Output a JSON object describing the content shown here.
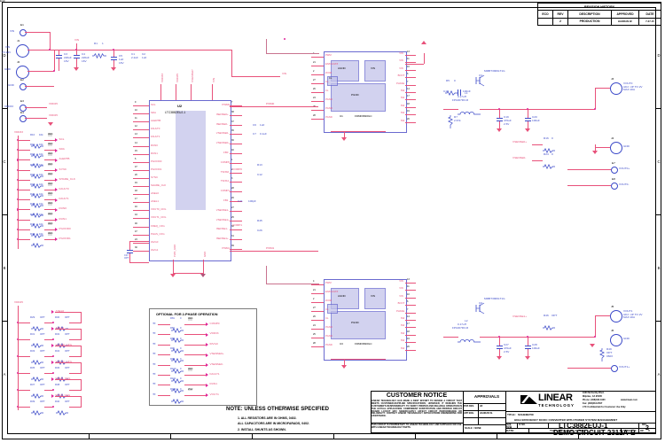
{
  "sheet": {
    "zone_cols": [
      "8",
      "7",
      "6",
      "5",
      "4",
      "3",
      "2",
      "1"
    ],
    "zone_rows": [
      "D",
      "C",
      "B",
      "A"
    ]
  },
  "revision_history": {
    "title": "REVISION HISTORY",
    "headers": [
      "ECO",
      "REV",
      "DESCRIPTION",
      "APPROVED",
      "DATE"
    ],
    "rows": [
      [
        "",
        "2",
        "PRODUCTION",
        "HAORAN W.",
        "7-27-15"
      ]
    ]
  },
  "customer_notice": {
    "title": "CUSTOMER NOTICE",
    "body": "LINEAR TECHNOLOGY HAS MADE A BEST EFFORT TO DESIGN A CIRCUIT THAT MEETS CUSTOMER-SUPPLIED SPECIFICATIONS; HOWEVER, IT REMAINS THE CUSTOMER'S RESPONSIBILITY TO VERIFY PROPER AND RELIABLE OPERATION IN THE ACTUAL APPLICATION.  COMPONENT SUBSTITUTION AND PRINTED CIRCUIT BOARD LAYOUT MAY SIGNIFICANTLY AFFECT CIRCUIT PERFORMANCE OR RELIABILITY.  CONTACT LINEAR TECHNOLOGY APPLICATIONS ENGINEERING FOR ASSISTANCE.",
    "footer": "THIS CIRCUIT IS PROPRIETARY TO LINEAR TECHNOLOGY AND SUPPLIED FOR USE WITH LINEAR TECHNOLOGY PARTS."
  },
  "approvals": {
    "title": "APPROVALS",
    "rows": [
      {
        "role": "PCB DES.",
        "name": "HZ"
      },
      {
        "role": "APP ENG.",
        "name": "HAORAN W."
      },
      {
        "role": "",
        "name": ""
      },
      {
        "role": "",
        "name": ""
      }
    ],
    "scale_label": "SCALE = NONE"
  },
  "company": {
    "logo_text": "LINEAR",
    "logo_sub": "TECHNOLOGY",
    "address_1": "1630 McCarthy Blvd.",
    "address_2": "Milpitas, CA 95035",
    "phone": "Phone: (408)432-1900",
    "web": "www.linear.com",
    "fax": "Fax: (408)434-0507",
    "confidential": "LTC Confidential-For Customer Use Only"
  },
  "title_block": {
    "title_label": "TITLE:",
    "title_value": "SCHEMATIC",
    "subtitle": "HIGH EFFICIENCY  DC/DC CONVERTER WITH POWER SYSTEM MANAGEMENT",
    "size_label": "SIZE",
    "size_value": "N/A",
    "icno_label": "IC NO.",
    "icno_value": "",
    "part_line1": "LTC3882EUJ-1",
    "part_line2": "DEMO CIRCUIT 2312A-B",
    "rev_label": "REV.",
    "rev_value": "2",
    "date_label": "DATE:",
    "date_value": "Thursday, October 29, 2015",
    "sheet_label": "SHEET",
    "sheet_number": "1",
    "of_label": "OF",
    "sheet_total": "3"
  },
  "notes": {
    "title": "NOTE: UNLESS OTHERWISE SPECIFIED",
    "items": [
      "1.  ALL RESISTORS ARE IN OHMS, 0402.",
      "     ALL CAPACITORS ARE IN MICROFARADS, 0402.",
      "2.  INSTALL SHUNTS AS SHOWN."
    ]
  },
  "optional_box": {
    "title": "OPTIONAL FOR 2-PHASE OPERATION",
    "rows": [
      {
        "ref": "R81",
        "val": "0",
        "pkg": "0603",
        "net": "COMP0"
      },
      {
        "ref": "R82",
        "val": "0",
        "pkg": "",
        "net": "VDD33"
      },
      {
        "ref": "R87",
        "val": "0",
        "pkg": "",
        "net": "IRVG0"
      },
      {
        "ref": "R96",
        "val": "0",
        "pkg": "",
        "net": "VSENSE0+"
      },
      {
        "ref": "R99",
        "val": "0",
        "pkg": "",
        "net": "VSENSE0-"
      },
      {
        "ref": "R100",
        "val": "0",
        "pkg": "0603",
        "net": "FAULT1"
      },
      {
        "ref": "R101",
        "val": "0",
        "pkg": "",
        "net": "RUN1"
      },
      {
        "ref": "R102",
        "val": "0",
        "pkg": "2512",
        "net": "VOUT1"
      }
    ]
  },
  "ic_u2": {
    "ref": "U2",
    "part": "LTC3882EUJ-1",
    "top_pins": [
      "VDD33",
      "VDD25",
      "VSENSEP",
      "VIN"
    ],
    "left_pins": [
      {
        "num": "9",
        "name": "SCL"
      },
      {
        "num": "10",
        "name": "SDA"
      },
      {
        "num": "11",
        "name": "ALERTB"
      },
      {
        "num": "12",
        "name": "FAULT0"
      },
      {
        "num": "13",
        "name": "FAULT1"
      },
      {
        "num": "14",
        "name": "RUN0"
      },
      {
        "num": "15",
        "name": "RUN1"
      },
      {
        "num": "6",
        "name": "PGOOD0"
      },
      {
        "num": "47",
        "name": "PGOOD1"
      },
      {
        "num": "20",
        "name": "SYNC"
      },
      {
        "num": "19",
        "name": "SHARE_CLK"
      },
      {
        "num": "18",
        "name": "ASEL0"
      },
      {
        "num": "17",
        "name": "ASEL1"
      },
      {
        "num": "16",
        "name": "VOUT0_CFG"
      },
      {
        "num": "44",
        "name": "VOUT1_CFG"
      },
      {
        "num": "46",
        "name": "FREQ_CFG"
      },
      {
        "num": "47",
        "name": "PHAS_CFG"
      },
      {
        "num": "24",
        "name": "IAVG0"
      },
      {
        "num": "30",
        "name": "IAVG1"
      }
    ],
    "right_pins": [
      {
        "num": "7",
        "name": "PWM0"
      },
      {
        "num": "38",
        "name": "ISENSE0+"
      },
      {
        "num": "37",
        "name": "ISENSE0-"
      },
      {
        "num": "35",
        "name": "VSENSE0-"
      },
      {
        "num": "36",
        "name": "VSENSE0+"
      },
      {
        "num": "40",
        "name": "FB0"
      },
      {
        "num": "1",
        "name": "COMP0"
      },
      {
        "num": "2",
        "name": "TSNS0"
      },
      {
        "num": "3",
        "name": "TSNS1"
      },
      {
        "num": "28",
        "name": "COMP1"
      },
      {
        "num": "26",
        "name": "FB1"
      },
      {
        "num": "27",
        "name": "VSENSE1-"
      },
      {
        "num": "25",
        "name": "VSENSE1+"
      },
      {
        "num": "32",
        "name": "ISENSE1-"
      },
      {
        "num": "31",
        "name": "ISENSE1+"
      },
      {
        "num": "39",
        "name": "PWM1"
      }
    ],
    "bottom_pins": [
      "PWR_GND",
      "GND"
    ]
  },
  "ic_u1": {
    "ref": "U1",
    "part": "FDMF6820GC",
    "blocks": [
      "AGND",
      "VIN",
      "PGND"
    ],
    "left_pins": [
      {
        "num": "4",
        "name": "PWM"
      },
      {
        "num": "21",
        "name": "EN/FAULT#"
      },
      {
        "num": "2",
        "name": "ZCD#"
      },
      {
        "num": "27",
        "name": "CL"
      },
      {
        "num": "26",
        "name": "CL"
      },
      {
        "num": "24",
        "name": "PGND"
      },
      {
        "num": "25",
        "name": "PGND"
      },
      {
        "num": "28",
        "name": "PGND"
      }
    ],
    "right_pins": [
      {
        "num": "13",
        "name": "VIN"
      },
      {
        "num": "11",
        "name": "VIN"
      },
      {
        "num": "10",
        "name": "VIN"
      },
      {
        "num": "6",
        "name": "BOOT"
      },
      {
        "num": "7",
        "name": "PHASE"
      },
      {
        "num": "14",
        "name": "SW"
      },
      {
        "num": "17",
        "name": "SW"
      },
      {
        "num": "18",
        "name": "SW"
      },
      {
        "num": "19",
        "name": "SW"
      },
      {
        "num": "20",
        "name": "SW"
      }
    ]
  },
  "ic_u3": {
    "ref": "U3",
    "part": "FDMF6820GC",
    "blocks": [
      "AGND",
      "VIN",
      "PGND"
    ]
  },
  "connectors": [
    {
      "ref": "E1",
      "label": "VIN"
    },
    {
      "ref": "J1",
      "label": "VIN",
      "sub": "7V-14V"
    },
    {
      "ref": "J2",
      "label": "GND"
    },
    {
      "ref": "E2",
      "label": "GND"
    },
    {
      "ref": "E3",
      "label": "VDD33"
    },
    {
      "ref": "E4",
      "label": "VDD25"
    },
    {
      "ref": "J3",
      "label": "VOUT0",
      "sub": "ADJ. UP TO 2V\nMAX 20A"
    },
    {
      "ref": "J4",
      "label": "GND"
    },
    {
      "ref": "E7",
      "label": "VOUT0+"
    },
    {
      "ref": "E8",
      "label": "VOUT0-"
    },
    {
      "ref": "J5",
      "label": "VOUT1",
      "sub": "ADJ. UP TO 2V\nMAX 20A"
    },
    {
      "ref": "J6",
      "label": "GND"
    },
    {
      "ref": "E10",
      "label": "VOUT1+"
    },
    {
      "ref": "E11",
      "label": "VOUT1-"
    }
  ],
  "input_section": {
    "caps": [
      {
        "ref": "C3",
        "val": "220uF",
        "volt": "16V"
      },
      {
        "ref": "C4",
        "val": "220uF",
        "volt": "16V"
      },
      {
        "ref": "C5",
        "val": "1uF",
        "volt": "16V"
      }
    ],
    "res": [
      {
        "ref": "R1",
        "val": "1"
      }
    ],
    "net_vin": "VIN"
  },
  "pullups": {
    "rail": "VDD33",
    "rows": [
      {
        "ref": "R10",
        "val": "10k",
        "pkg": "0603",
        "net": "SCL"
      },
      {
        "ref": "R11",
        "val": "10k",
        "pkg": "0603",
        "net": "SDA"
      },
      {
        "ref": "R12",
        "val": "10k",
        "pkg": "0603",
        "net": "ALERTB"
      },
      {
        "ref": "R14",
        "val": "10k",
        "pkg": "0603",
        "net": "SYNC"
      },
      {
        "ref": "R17",
        "val": "10k",
        "pkg": "0603",
        "net": "SHARE_CLK"
      },
      {
        "ref": "R18",
        "val": "10k",
        "pkg": "0603",
        "net": "FAULT0"
      },
      {
        "ref": "R21",
        "val": "10k",
        "pkg": "0603",
        "net": "FAULT1"
      },
      {
        "ref": "R28",
        "val": "10k",
        "pkg": "0603",
        "net": "RUN0"
      },
      {
        "ref": "R41",
        "val": "10k",
        "pkg": "0603",
        "net": "RUN1"
      },
      {
        "ref": "R43",
        "val": "10k",
        "pkg": "0603",
        "net": "PGOOD0"
      },
      {
        "ref": "R44",
        "val": "10k",
        "pkg": "0603",
        "net": "PGOOD1"
      }
    ]
  },
  "cfg_dividers": {
    "rail": "VDD25",
    "rows": [
      {
        "top": {
          "ref": "R30",
          "val": "OPT"
        },
        "bot": {
          "ref": "R29",
          "val": "OPT"
        },
        "net": "ASEL0"
      },
      {
        "top": {
          "ref": "R32",
          "val": "OPT"
        },
        "bot": {
          "ref": "R31",
          "val": "OPT"
        },
        "net": "ASEL1"
      },
      {
        "top": {
          "ref": "R34",
          "val": "OPT"
        },
        "bot": {
          "ref": "R33",
          "val": "OPT"
        },
        "net": "VOUT0_CFG"
      },
      {
        "top": {
          "ref": "R36",
          "val": "OPT"
        },
        "bot": {
          "ref": "R35",
          "val": "OPT"
        },
        "net": "VOUT1_CFG"
      },
      {
        "top": {
          "ref": "R38",
          "val": "OPT"
        },
        "bot": {
          "ref": "R37",
          "val": "OPT"
        },
        "net": "FREQ_CFG"
      },
      {
        "top": {
          "ref": "R40",
          "val": "OPT"
        },
        "bot": {
          "ref": "R39",
          "val": "OPT"
        },
        "net": "PHAS_CFG"
      }
    ]
  },
  "power_stage_0": {
    "inductor": {
      "ref": "L1",
      "val": "0.17uH",
      "part": "FP1007R3-R"
    },
    "bootcap": {
      "ref": "C17",
      "val": "100nF"
    },
    "boot_res": {
      "ref": "R5",
      "val": "0"
    },
    "rsense": {
      "ref": "R7",
      "val": "2.67k"
    },
    "out_caps": [
      {
        "ref": "C19",
        "val": "470uF",
        "volt": "2.5V"
      },
      {
        "ref": "C20",
        "val": "100uF"
      },
      {
        "ref": "C21",
        "val": "100uF"
      }
    ],
    "fb_res": [
      {
        "ref": "R16",
        "val": "0",
        "pkg": "0603"
      },
      {
        "ref": "R24",
        "val": "0",
        "pkg": "0603"
      }
    ],
    "mosfet": {
      "ref": "Q1",
      "part": "MMBT3906LT1G"
    }
  },
  "power_stage_1": {
    "inductor": {
      "ref": "L2",
      "val": "0.17uH",
      "part": "FP1007R3-R"
    },
    "mosfet": {
      "ref": "Q2",
      "part": "MMBT3906LT1G"
    },
    "out_caps": [
      {
        "ref": "C27",
        "val": "470uF",
        "volt": "2.5V"
      },
      {
        "ref": "C28",
        "val": "100uF"
      }
    ],
    "fb_res": [
      {
        "ref": "R46",
        "val": "OPT",
        "pkg": "0603"
      },
      {
        "ref": "R48",
        "val": "OPT",
        "pkg": "0603"
      }
    ]
  },
  "comp_net": {
    "r_comp0": {
      "ref": "R13",
      "val": "10k"
    },
    "c_comp0": {
      "ref": "C12",
      "val": "1000pF"
    },
    "r_comp1": {
      "ref": "R45",
      "val": "10k"
    },
    "c_comp1": {
      "ref": "C26",
      "val": "1000pF"
    },
    "c_iavg": {
      "ref": "C41",
      "val": "100pF"
    },
    "c_ss": {
      "ref": "C37",
      "val": "OPT"
    }
  },
  "vin_decouple": [
    {
      "ref": "C1",
      "val": "2.2uF",
      "volt": "16V"
    },
    {
      "ref": "C2",
      "val": "1uF",
      "volt": "16V"
    },
    {
      "ref": "C6",
      "val": "1uF"
    },
    {
      "ref": "C7",
      "val": "0.1uF"
    },
    {
      "ref": "C8",
      "val": "1uF"
    },
    {
      "ref": "C9",
      "val": "0.1uF"
    },
    {
      "ref": "C11",
      "val": "0.1uF"
    }
  ]
}
